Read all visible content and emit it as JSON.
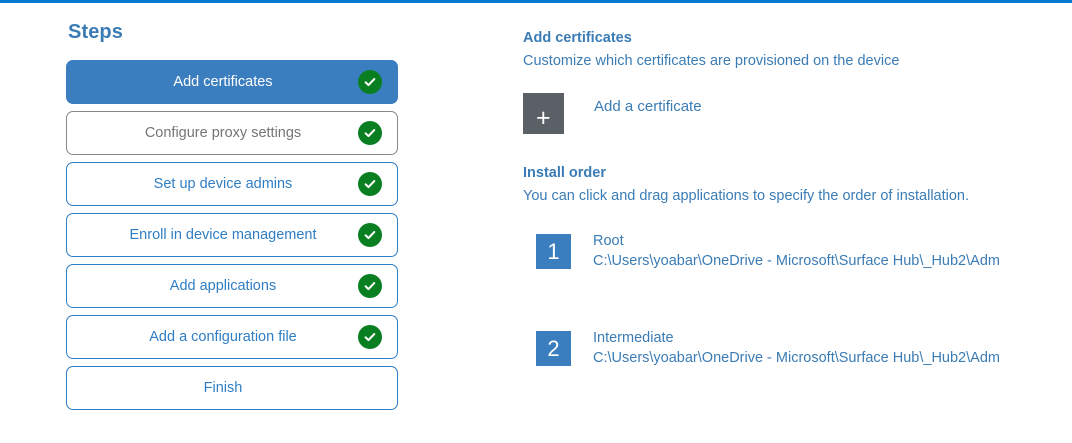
{
  "theme": {
    "accent_blue": "#0078d4",
    "step_blue": "#2f7ec4",
    "active_step_blue": "#3a7ebf",
    "heading_blue": "#3b7cb5",
    "check_green": "#0a7f22",
    "tile_gray": "#5a6066",
    "muted_gray": "#757575"
  },
  "steps_panel": {
    "heading": "Steps",
    "items": [
      {
        "label": "Add certificates",
        "state": "active",
        "completed": true,
        "check_icon": "check-circle-icon"
      },
      {
        "label": "Configure proxy settings",
        "state": "muted",
        "completed": true,
        "check_icon": "check-circle-icon"
      },
      {
        "label": "Set up device admins",
        "state": "default",
        "completed": true,
        "check_icon": "check-circle-icon"
      },
      {
        "label": "Enroll in device management",
        "state": "default",
        "completed": true,
        "check_icon": "check-circle-icon"
      },
      {
        "label": "Add applications",
        "state": "default",
        "completed": true,
        "check_icon": "check-circle-icon"
      },
      {
        "label": "Add a configuration file",
        "state": "default",
        "completed": true,
        "check_icon": "check-circle-icon"
      },
      {
        "label": "Finish",
        "state": "default",
        "completed": false,
        "check_icon": ""
      }
    ]
  },
  "detail": {
    "title": "Add certificates",
    "subtitle": "Customize which certificates are provisioned on the device",
    "add_certificate": {
      "icon": "plus-icon",
      "plus_glyph": "+",
      "label": "Add a certificate"
    },
    "install_order": {
      "title": "Install order",
      "subtitle": "You can click and drag applications to specify the order of installation.",
      "items": [
        {
          "number": "1",
          "name": "Root",
          "path": "C:\\Users\\yoabar\\OneDrive - Microsoft\\Surface Hub\\_Hub2\\Adm"
        },
        {
          "number": "2",
          "name": "Intermediate",
          "path": "C:\\Users\\yoabar\\OneDrive - Microsoft\\Surface Hub\\_Hub2\\Adm"
        }
      ]
    }
  }
}
